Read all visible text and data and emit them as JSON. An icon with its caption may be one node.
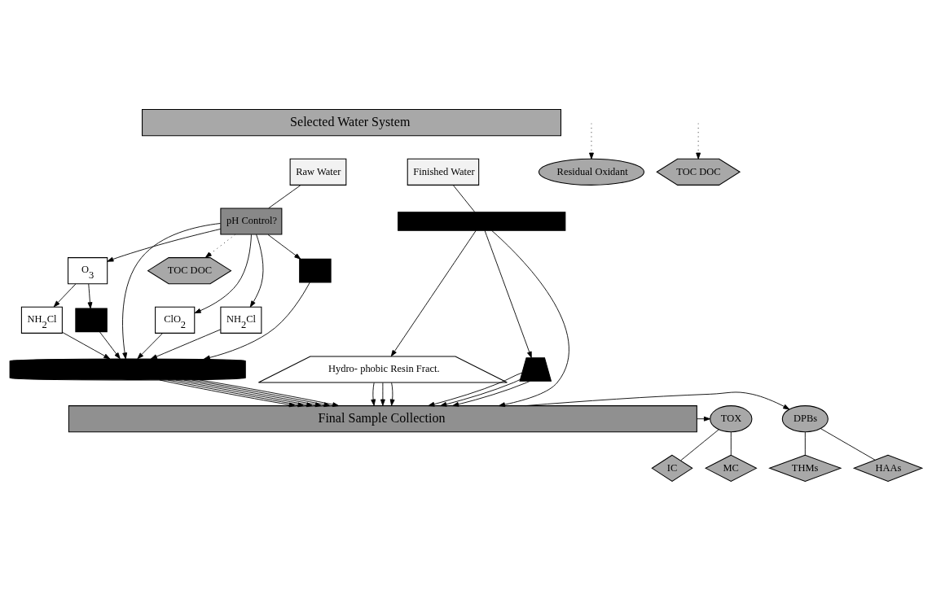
{
  "diagram": {
    "nodes": [
      {
        "text": [
          "Selected Water System"
        ]
      },
      {
        "text": [
          "Raw Water"
        ]
      },
      {
        "text": [
          "Finished Water"
        ]
      },
      {
        "text": [
          "pH Control?"
        ]
      },
      {
        "text": [],
        "shape": "bar"
      },
      {
        "text": [
          "ClO$_{2}$"
        ]
      },
      {
        "text": [
          "NH$_{2}$Cl"
        ]
      },
      {
        "text": [],
        "shape": "box"
      },
      {
        "text": [
          "O$_{3}$"
        ]
      },
      {
        "text": [
          "NH$_{2}$Cl"
        ]
      },
      {
        "text": [],
        "shape": "box"
      },
      {
        "text": [
          "Hydro- phobic Resin Fract."
        ]
      },
      {
        "text": [],
        "shape": "trapezoid"
      },
      {
        "text": [],
        "shape": "cylinder"
      },
      {
        "text": [
          "Final Sample Collection"
        ]
      },
      {
        "text": [
          "Residual Oxidant"
        ]
      },
      {
        "text": [
          "TOC DOC"
        ]
      },
      {
        "text": [
          "TOC DOC"
        ]
      },
      {
        "text": [
          "DPBs"
        ]
      },
      {
        "text": [
          "THMs"
        ]
      },
      {
        "text": [
          "HAAs"
        ]
      },
      {
        "text": [
          "TOX"
        ]
      },
      {
        "text": [
          "IC"
        ]
      },
      {
        "text": [
          "MC"
        ]
      }
    ],
    "edges": [
      {
        "from": 1,
        "to": 3,
        "arrow": "none"
      },
      {
        "from": 3,
        "to": 5,
        "arrow": "to"
      },
      {
        "from": 3,
        "to": 6,
        "arrow": "to"
      },
      {
        "from": 3,
        "to": 13,
        "arrow": "to"
      },
      {
        "from": 3,
        "to": 7,
        "arrow": "to"
      },
      {
        "from": 3,
        "to": 8,
        "arrow": "to"
      },
      {
        "from": 3,
        "to": 16,
        "arrow": "to",
        "style": "dashed"
      },
      {
        "from": 8,
        "to": 9,
        "arrow": "to"
      },
      {
        "from": 8,
        "to": 10,
        "arrow": "to"
      },
      {
        "from": 5,
        "to": 13,
        "arrow": "to"
      },
      {
        "from": 6,
        "to": 13,
        "arrow": "to"
      },
      {
        "from": 7,
        "to": 13,
        "arrow": "to"
      },
      {
        "from": 9,
        "to": 13,
        "arrow": "to"
      },
      {
        "from": 10,
        "to": 13,
        "arrow": "to"
      },
      {
        "from": null,
        "to": 15,
        "arrow": "to",
        "style": "dashed"
      },
      {
        "from": 13,
        "to": 14,
        "arrow": "to"
      },
      {
        "from": 13,
        "to": 14,
        "arrow": "to"
      },
      {
        "from": 13,
        "to": 14,
        "arrow": "to"
      },
      {
        "from": 13,
        "to": 14,
        "arrow": "to"
      },
      {
        "from": 13,
        "to": 14,
        "arrow": "to"
      },
      {
        "from": 13,
        "to": 14,
        "arrow": "to"
      },
      {
        "from": 2,
        "to": 4,
        "arrow": "none"
      },
      {
        "from": 4,
        "to": 11,
        "arrow": "to"
      },
      {
        "from": 4,
        "to": 14,
        "arrow": "to"
      },
      {
        "from": 4,
        "to": 12,
        "arrow": "to"
      },
      {
        "from": null,
        "to": 17,
        "arrow": "to",
        "style": "dashed"
      },
      {
        "from": 11,
        "to": 14,
        "arrow": "to"
      },
      {
        "from": 11,
        "to": 14,
        "arrow": "to"
      },
      {
        "from": 11,
        "to": 14,
        "arrow": "to"
      },
      {
        "from": 12,
        "to": 14,
        "arrow": "to"
      },
      {
        "from": 12,
        "to": 14,
        "arrow": "to"
      },
      {
        "from": 12,
        "to": 14,
        "arrow": "to"
      },
      {
        "from": 14,
        "to": 18,
        "arrow": "to"
      },
      {
        "from": 14,
        "to": 21,
        "arrow": "to"
      },
      {
        "from": 18,
        "to": 19,
        "arrow": "none"
      },
      {
        "from": 18,
        "to": 20,
        "arrow": "none"
      },
      {
        "from": 21,
        "to": 22,
        "arrow": "none"
      },
      {
        "from": 21,
        "to": 23,
        "arrow": "none"
      }
    ]
  }
}
